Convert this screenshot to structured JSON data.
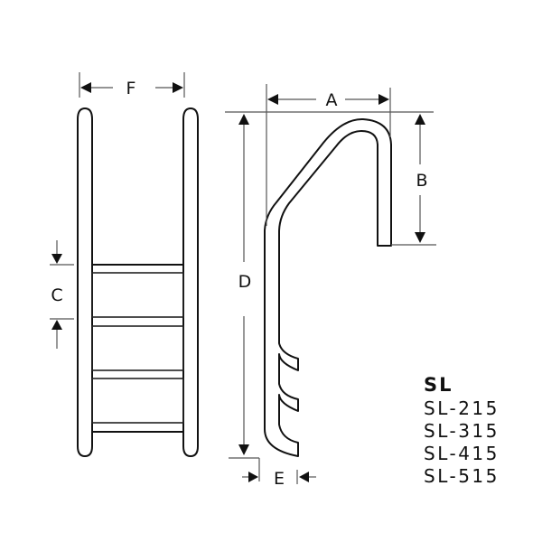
{
  "diagram": {
    "type": "pool ladder technical drawing",
    "front_view": {
      "dimension_labels": {
        "width": "F",
        "step_spacing": "C"
      },
      "steps_count": 3
    },
    "side_view": {
      "dimension_labels": {
        "handrail_reach": "A",
        "handrail_height": "B",
        "overall_height": "D",
        "step_depth": "E"
      }
    },
    "series": {
      "title": "SL",
      "models": [
        "SL-215",
        "SL-315",
        "SL-415",
        "SL-515"
      ]
    }
  }
}
